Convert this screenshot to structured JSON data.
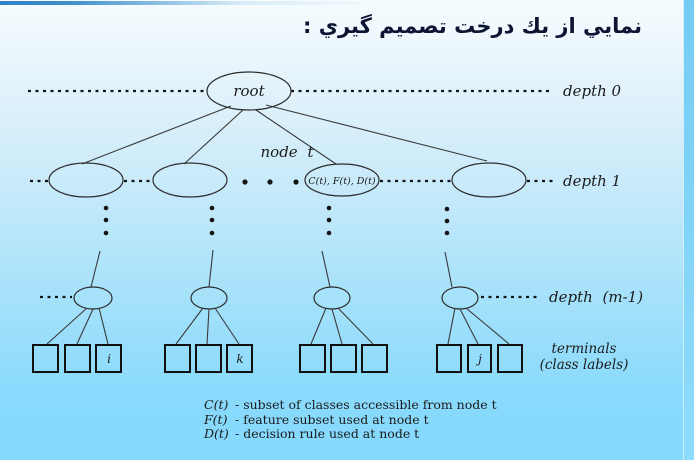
{
  "slide": {
    "title": "نمايي از يك درخت تصميم گيري :"
  },
  "colors": {
    "accent_bar": "#2e82c4",
    "background_top": "#f6fcfe",
    "background_bottom": "#85d9fd",
    "diagram_line": "#2b2b2b",
    "title_text": "#0d1533"
  },
  "diagram": {
    "root_label": "root",
    "node_t_label": "node t",
    "node_t_content": "C(t), F(t), D(t)",
    "depth0_label": "depth 0",
    "depth1_label": "depth 1",
    "depth_m1_label": "depth (m-1)",
    "terminals_line1": "terminals",
    "terminals_line2": "(class labels)",
    "terminal_labels": {
      "i": "i",
      "k": "k",
      "j": "j"
    }
  },
  "legend": {
    "items": [
      {
        "term": "C(t)",
        "desc": "-  subset of classes accessible from node t"
      },
      {
        "term": "F(t)",
        "desc": "-  feature subset used at node t"
      },
      {
        "term": "D(t)",
        "desc": "-  decision rule used at node t"
      }
    ]
  }
}
